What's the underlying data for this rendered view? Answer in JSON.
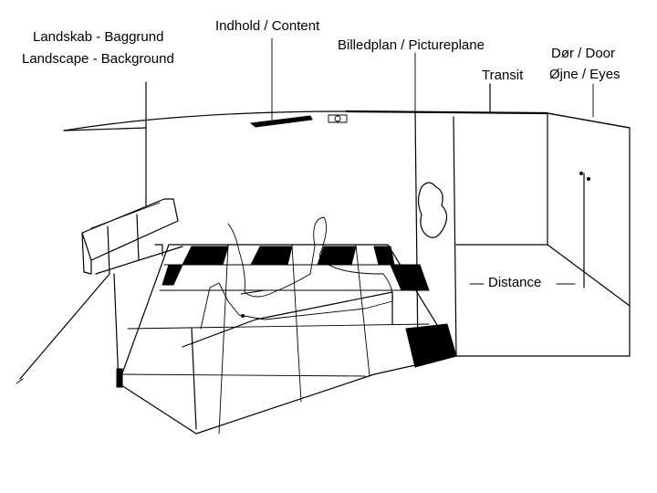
{
  "labels": {
    "landscape_da": "Landskab - Baggrund",
    "landscape_en": "Landscape - Background",
    "content": "Indhold / Content",
    "pictureplane": "Billedplan / Pictureplane",
    "transit": "Transit",
    "door": "Dør / Door",
    "eyes": "Øjne / Eyes",
    "distance": "Distance"
  }
}
